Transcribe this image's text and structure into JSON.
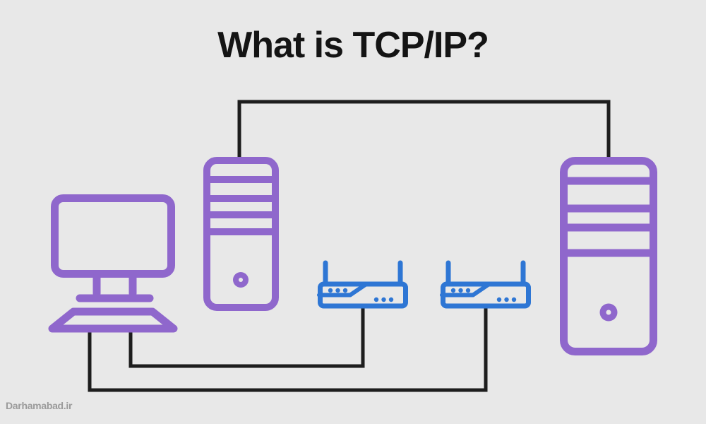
{
  "title": "What is TCP/IP?",
  "watermark": "Darhamabad.ir",
  "colors": {
    "background": "#e8e8e8",
    "device_purple": "#8f67cc",
    "router_blue": "#2e76d4",
    "line_black": "#1d1d1d",
    "title_text": "#141414",
    "watermark_gray": "#9a9a9a"
  },
  "diagram": {
    "devices": [
      {
        "id": "desktop-computer",
        "kind": "desktop computer (monitor, stand, keyboard)",
        "color": "#8f67cc"
      },
      {
        "id": "tower-pc-left",
        "kind": "computer tower with drive bays and power button",
        "color": "#8f67cc"
      },
      {
        "id": "router-1",
        "kind": "router with two antennas and indicator dots",
        "color": "#2e76d4"
      },
      {
        "id": "router-2",
        "kind": "router with two antennas and indicator dots",
        "color": "#2e76d4"
      },
      {
        "id": "tower-pc-right",
        "kind": "computer tower with drive bays and power button",
        "color": "#8f67cc"
      }
    ],
    "connections": [
      {
        "from": "tower-pc-left",
        "to": "tower-pc-right",
        "route": "up-over-top"
      },
      {
        "from": "router-1",
        "to": "desktop-computer",
        "route": "down-left-to-keyboard-right-leg"
      },
      {
        "from": "router-2",
        "to": "desktop-computer",
        "route": "down-left-to-keyboard-left-leg"
      }
    ]
  }
}
